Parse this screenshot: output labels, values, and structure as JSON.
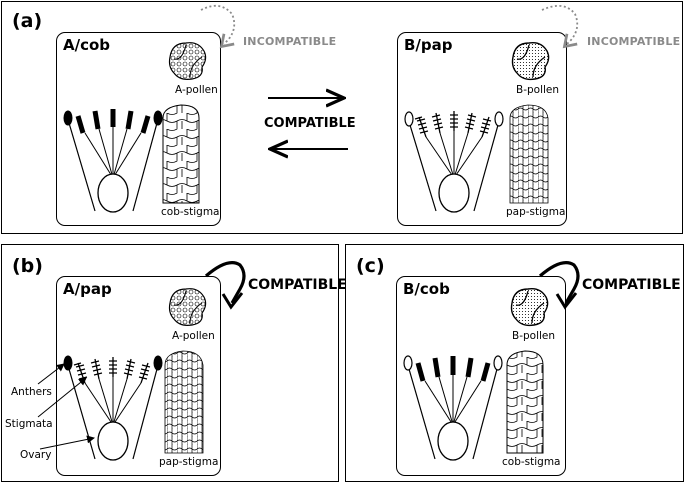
{
  "panels": {
    "a": {
      "label": "(a)"
    },
    "b": {
      "label": "(b)"
    },
    "c": {
      "label": "(c)"
    }
  },
  "flowers": {
    "a_cob": {
      "title": "A/cob",
      "pollen_label": "A-pollen",
      "stigma_label": "cob-stigma",
      "loop_label": "INCOMPATIBLE"
    },
    "b_pap": {
      "title": "B/pap",
      "pollen_label": "B-pollen",
      "stigma_label": "pap-stigma",
      "loop_label": "INCOMPATIBLE"
    },
    "a_pap": {
      "title": "A/pap",
      "pollen_label": "A-pollen",
      "stigma_label": "pap-stigma",
      "loop_label": "COMPATIBLE"
    },
    "b_cob": {
      "title": "B/cob",
      "pollen_label": "B-pollen",
      "stigma_label": "cob-stigma",
      "loop_label": "COMPATIBLE"
    }
  },
  "middle_label": "COMPATIBLE",
  "part_labels": {
    "anthers": "Anthers",
    "stigmata": "Stigmata",
    "ovary": "Ovary"
  },
  "colors": {
    "incompatible": "#8a8a8a",
    "compatible": "#000000"
  }
}
